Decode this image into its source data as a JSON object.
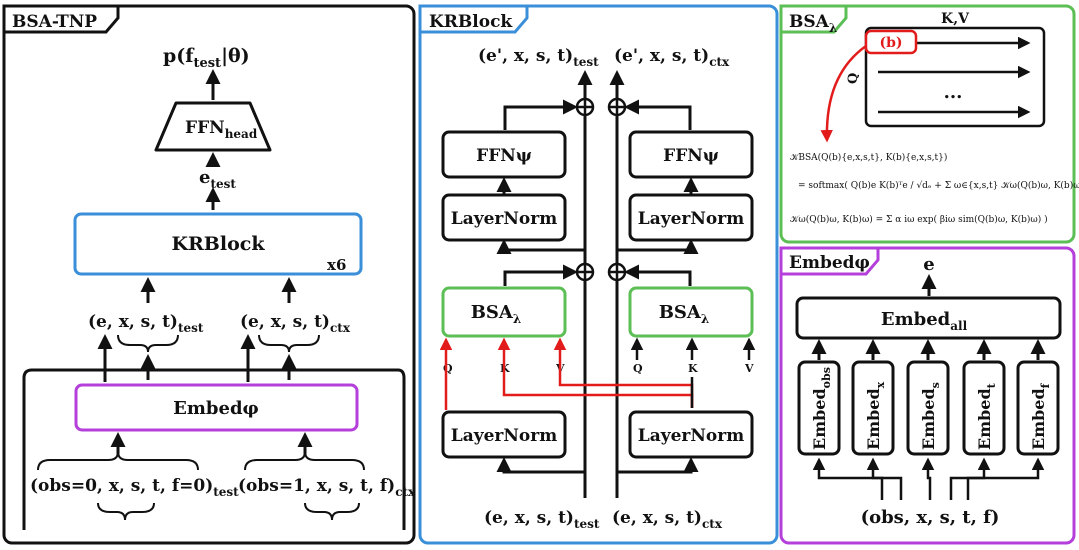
{
  "panels": {
    "bsa_tnp": {
      "title": "BSA-TNP",
      "output_label": "p(f",
      "output_sub": "test",
      "output_tail": "|θ)",
      "ffn_head": "FFN",
      "ffn_head_sub": "head",
      "e_test": "e",
      "e_test_sub": "test",
      "krblock": "KRBlock",
      "repeat": "x6",
      "tuple_test": "(e, x, s, t)",
      "tuple_test_sub": "test",
      "tuple_ctx": "(e, x, s, t)",
      "tuple_ctx_sub": "ctx",
      "embed": "Embedφ",
      "input_test": "(obs=0, x, s, t, f=0)",
      "input_test_sub": "test",
      "input_ctx": "(obs=1, x, s, t, f)",
      "input_ctx_sub": "ctx"
    },
    "krblock": {
      "title": "KRBlock",
      "out_test": "(e', x, s, t)",
      "out_test_sub": "test",
      "out_ctx": "(e', x, s, t)",
      "out_ctx_sub": "ctx",
      "ffn": "FFNψ",
      "layernorm": "LayerNorm",
      "bsa": "BSA",
      "bsa_sub": "λ",
      "q": "Q",
      "k": "K",
      "v": "V",
      "in_test": "(e, x, s, t)",
      "in_test_sub": "test",
      "in_ctx": "(e, x, s, t)",
      "in_ctx_sub": "ctx"
    },
    "bsa": {
      "title": "BSA",
      "title_sub": "λ",
      "kv": "K,V",
      "q": "Q",
      "b": "(b)",
      "dots": "...",
      "eq1": "𝒦BSA(Q(b){e,x,s,t}, K(b){e,x,s,t})",
      "eq2": "= softmax( Q(b)e K(b)ᵀe / √dₑ + Σ ω∈{x,s,t} 𝒦ω(Q(b)ω, K(b)ω) )",
      "eq3": "𝒦ω(Q(b)ω, K(b)ω) = Σ α iω exp( βiω sim(Q(b)ω, K(b)ω) )"
    },
    "embed": {
      "title": "Embedφ",
      "e": "e",
      "all": "Embed",
      "all_sub": "all",
      "embeds": [
        {
          "name": "Embed",
          "sub": "obs"
        },
        {
          "name": "Embed",
          "sub": "x"
        },
        {
          "name": "Embed",
          "sub": "s"
        },
        {
          "name": "Embed",
          "sub": "t"
        },
        {
          "name": "Embed",
          "sub": "f"
        }
      ],
      "input": "(obs, x, s, t, f)"
    }
  },
  "colors": {
    "black": "#111111",
    "blue": "#3a8fd8",
    "green": "#5cbf55",
    "purple": "#b43fdb",
    "red": "#e21b1b"
  }
}
